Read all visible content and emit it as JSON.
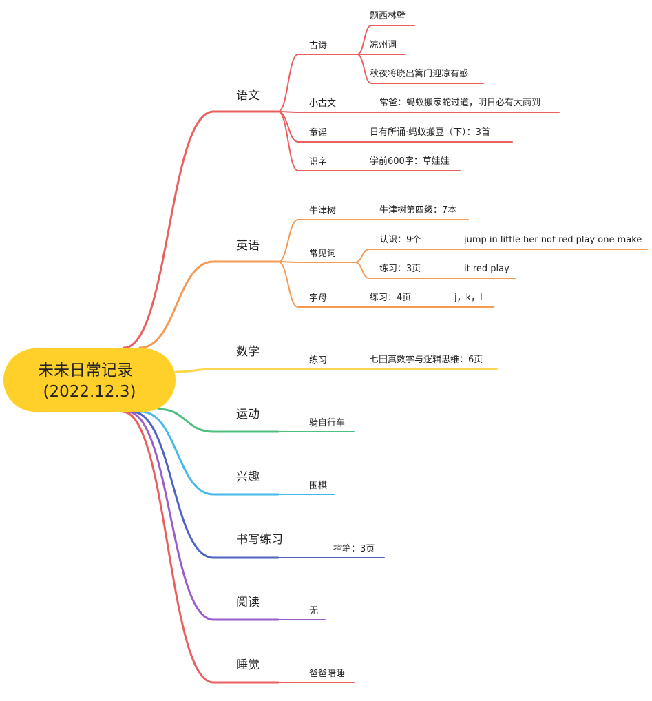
{
  "root": {
    "title": "未未日常记录",
    "date": "(2022.12.3)",
    "color": "#FFD02A"
  },
  "branches": [
    {
      "label": "语文",
      "color": "#E9605F",
      "children": [
        {
          "label": "古诗",
          "children": [
            {
              "label": "题西林壁"
            },
            {
              "label": "凉州词"
            },
            {
              "label": "秋夜将晓出篱门迎凉有感"
            }
          ]
        },
        {
          "label": "小古文",
          "children": [
            {
              "label": "常爸：蚂蚁搬家蛇过道，明日必有大雨到"
            }
          ]
        },
        {
          "label": "童谣",
          "children": [
            {
              "label": "日有所诵·蚂蚁搬豆（下）：3首"
            }
          ]
        },
        {
          "label": "识字",
          "children": [
            {
              "label": "学前600字：草娃娃"
            }
          ]
        }
      ]
    },
    {
      "label": "英语",
      "color": "#F39A55",
      "children": [
        {
          "label": "牛津树",
          "children": [
            {
              "label": "牛津树第四级：7本"
            }
          ]
        },
        {
          "label": "常见词",
          "children": [
            {
              "label": "认识：9个",
              "children": [
                {
                  "label": "jump in little her not red play one make"
                }
              ]
            },
            {
              "label": "练习：3页",
              "children": [
                {
                  "label": "it red play"
                }
              ]
            }
          ]
        },
        {
          "label": "字母",
          "children": [
            {
              "label": "练习：4页",
              "children": [
                {
                  "label": "j，k，l"
                }
              ]
            }
          ]
        }
      ]
    },
    {
      "label": "数学",
      "color": "#FBD64E",
      "children": [
        {
          "label": "练习",
          "children": [
            {
              "label": "七田真数学与逻辑思维：6页"
            }
          ]
        }
      ]
    },
    {
      "label": "运动",
      "color": "#4DC07F",
      "children": [
        {
          "label": "骑自行车"
        }
      ]
    },
    {
      "label": "兴趣",
      "color": "#45B9E9",
      "children": [
        {
          "label": "围棋"
        }
      ]
    },
    {
      "label": "书写练习",
      "color": "#4E63C2",
      "children": [
        {
          "label": "控笔：3页"
        }
      ]
    },
    {
      "label": "阅读",
      "color": "#9B5DC9",
      "children": [
        {
          "label": "无"
        }
      ]
    },
    {
      "label": "睡觉",
      "color": "#E9605F",
      "children": [
        {
          "label": "爸爸陪睡"
        }
      ]
    }
  ]
}
